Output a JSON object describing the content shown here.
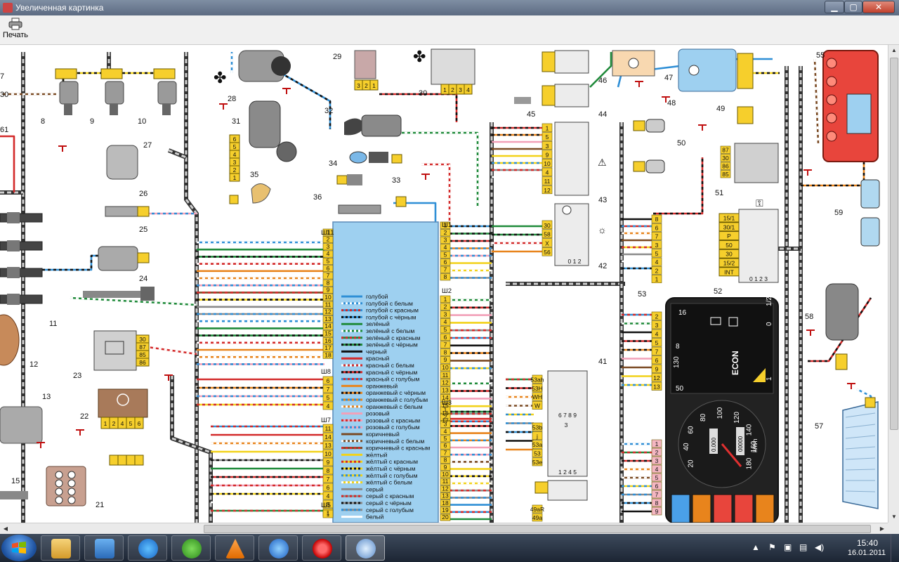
{
  "window": {
    "title": "Увеличенная картинка",
    "min_label": "▁",
    "max_label": "▢",
    "close_label": "✕"
  },
  "toolbar": {
    "print_label": "Печать"
  },
  "diagram": {
    "block_labels_left": [
      "7",
      "8",
      "9",
      "10",
      "11",
      "12",
      "13",
      "15",
      "21",
      "22",
      "23",
      "24",
      "25",
      "26",
      "27",
      "30",
      "61"
    ],
    "block_labels_mid": [
      "28",
      "29",
      "30",
      "31",
      "32",
      "33",
      "34",
      "35",
      "36"
    ],
    "block_labels_right": [
      "41",
      "42",
      "43",
      "44",
      "45",
      "46",
      "47",
      "48",
      "49",
      "50",
      "51",
      "52",
      "53",
      "55",
      "57",
      "58",
      "59"
    ],
    "connector_headers": [
      "Ш11",
      "Ш1",
      "Ш2",
      "Ш8",
      "Ш7",
      "Ш5",
      "Ш3"
    ],
    "legend": [
      {
        "label": "голубой",
        "c1": "#2f8fd6",
        "c2": "#2f8fd6"
      },
      {
        "label": "голубой с белым",
        "c1": "#2f8fd6",
        "c2": "#ffffff"
      },
      {
        "label": "голубой с красным",
        "c1": "#2f8fd6",
        "c2": "#d32a2a"
      },
      {
        "label": "голубой с чёрным",
        "c1": "#2f8fd6",
        "c2": "#111111"
      },
      {
        "label": "зелёный",
        "c1": "#1f8a3a",
        "c2": "#1f8a3a"
      },
      {
        "label": "зелёный с белым",
        "c1": "#1f8a3a",
        "c2": "#ffffff"
      },
      {
        "label": "зелёный с красным",
        "c1": "#1f8a3a",
        "c2": "#d32a2a"
      },
      {
        "label": "зелёный с чёрным",
        "c1": "#1f8a3a",
        "c2": "#111111"
      },
      {
        "label": "черный",
        "c1": "#111111",
        "c2": "#111111"
      },
      {
        "label": "красный",
        "c1": "#d32a2a",
        "c2": "#d32a2a"
      },
      {
        "label": "красный с белым",
        "c1": "#d32a2a",
        "c2": "#ffffff"
      },
      {
        "label": "красный с чёрным",
        "c1": "#d32a2a",
        "c2": "#111111"
      },
      {
        "label": "красный с голубым",
        "c1": "#d32a2a",
        "c2": "#2f8fd6"
      },
      {
        "label": "оранжевый",
        "c1": "#e8841c",
        "c2": "#e8841c"
      },
      {
        "label": "оранжевый с чёрным",
        "c1": "#e8841c",
        "c2": "#111111"
      },
      {
        "label": "оранжевый с голубым",
        "c1": "#e8841c",
        "c2": "#2f8fd6"
      },
      {
        "label": "оранжевый с белым",
        "c1": "#e8841c",
        "c2": "#ffffff"
      },
      {
        "label": "розовый",
        "c1": "#f2a0b8",
        "c2": "#f2a0b8"
      },
      {
        "label": "розовый с красным",
        "c1": "#f2a0b8",
        "c2": "#d32a2a"
      },
      {
        "label": "розовый с голубым",
        "c1": "#f2a0b8",
        "c2": "#2f8fd6"
      },
      {
        "label": "коричневый",
        "c1": "#7a4a23",
        "c2": "#7a4a23"
      },
      {
        "label": "коричневый с белым",
        "c1": "#7a4a23",
        "c2": "#ffffff"
      },
      {
        "label": "коричневый с красным",
        "c1": "#7a4a23",
        "c2": "#d32a2a"
      },
      {
        "label": "жёлтый",
        "c1": "#f2d21a",
        "c2": "#f2d21a"
      },
      {
        "label": "жёлтый с красным",
        "c1": "#f2d21a",
        "c2": "#d32a2a"
      },
      {
        "label": "жёлтый с чёрным",
        "c1": "#f2d21a",
        "c2": "#111111"
      },
      {
        "label": "жёлтый с голубым",
        "c1": "#f2d21a",
        "c2": "#2f8fd6"
      },
      {
        "label": "жёлтый с белым",
        "c1": "#f2d21a",
        "c2": "#ffffff"
      },
      {
        "label": "серый",
        "c1": "#8a8a8a",
        "c2": "#8a8a8a"
      },
      {
        "label": "серый с красным",
        "c1": "#8a8a8a",
        "c2": "#d32a2a"
      },
      {
        "label": "серый с чёрным",
        "c1": "#8a8a8a",
        "c2": "#111111"
      },
      {
        "label": "серый с голубым",
        "c1": "#8a8a8a",
        "c2": "#2f8fd6"
      },
      {
        "label": "белый",
        "c1": "#ffffff",
        "c2": "#ffffff"
      }
    ],
    "sh11_pins": [
      "1",
      "2",
      "3",
      "4",
      "5",
      "6",
      "7",
      "8",
      "9",
      "10",
      "11",
      "12",
      "13",
      "14",
      "15",
      "16",
      "17",
      "18"
    ],
    "sh1_pins": [
      "1",
      "2",
      "3",
      "4",
      "5",
      "6",
      "7",
      "8"
    ],
    "sh2_pins": [
      "1",
      "2",
      "3",
      "4",
      "5",
      "6",
      "7",
      "8",
      "9",
      "10",
      "11",
      "12",
      "13",
      "14",
      "15",
      "16",
      "17"
    ],
    "sh8_pins": [
      "6",
      "7",
      "5",
      "4"
    ],
    "sh7_pins": [
      "11",
      "14",
      "13",
      "10",
      "9",
      "8",
      "7",
      "6",
      "4",
      "3",
      "1"
    ],
    "sh3_pins": [
      "1",
      "2",
      "3",
      "4",
      "5",
      "6",
      "7",
      "8",
      "9",
      "10",
      "11",
      "12",
      "13",
      "18",
      "19",
      "20"
    ],
    "relay23_pins": [
      "30",
      "87",
      "85",
      "86"
    ],
    "switch22_pins": [
      "1",
      "2",
      "4",
      "5",
      "6"
    ],
    "blk43_pins": [
      "1",
      "5",
      "3",
      "9",
      "10",
      "4",
      "11",
      "12"
    ],
    "blk42_pins": [
      "30",
      "58",
      "X",
      "56"
    ],
    "blk42_bottom": "0 1 2",
    "blk41_pins_top": [
      "53ah",
      "53H",
      "WH",
      "W"
    ],
    "blk41_pins_bot": [
      "53b",
      "j",
      "53a",
      "53",
      "53e"
    ],
    "blk41_row1": "6 7 8 9",
    "blk41_row2": "1 2 4 5",
    "blk41_num3": "3",
    "blk49a": [
      "49aR",
      "49a"
    ],
    "relay51_pins": [
      "87",
      "30",
      "86",
      "85"
    ],
    "ign52_pins": [
      "15/1",
      "30/1",
      "P",
      "50",
      "30",
      "15/2",
      "INT"
    ],
    "ign52_bottom": "0 1 2 3",
    "left52_pins": [
      "8",
      "6",
      "7",
      "3",
      "5",
      "4",
      "2",
      "1"
    ],
    "cluster_pins_top": [
      "2",
      "3",
      "4",
      "5",
      "7",
      "6",
      "9",
      "12",
      "13"
    ],
    "cluster_pins_bot": [
      "1",
      "2",
      "3",
      "4",
      "5",
      "6",
      "7",
      "8",
      "9"
    ],
    "pins29": [
      "3",
      "2",
      "1"
    ],
    "pins30": [
      "1",
      "2",
      "3",
      "4"
    ],
    "pins31": [
      "6",
      "5",
      "4",
      "3",
      "2",
      "1"
    ],
    "cluster": {
      "tach_labels": [
        "16",
        "8",
        "130",
        "50"
      ],
      "fuel_labels": [
        "0",
        "1/2",
        "1"
      ],
      "econ_label": "ECON",
      "speed_labels": [
        "20",
        "40",
        "60",
        "80",
        "100",
        "120",
        "140",
        "160",
        "180"
      ],
      "unit": "km/h",
      "odo_top": "00000",
      "odo_bottom": "0.000"
    },
    "colors": {
      "red_panel": "#e8453c",
      "blue_panel": "#9ed0f0",
      "cluster_bg": "#222222",
      "connector_yellow": "#f6cf2c",
      "pink_pin": "#f4b6c2"
    }
  },
  "taskbar": {
    "time": "15:40",
    "date": "16.01.2011"
  }
}
